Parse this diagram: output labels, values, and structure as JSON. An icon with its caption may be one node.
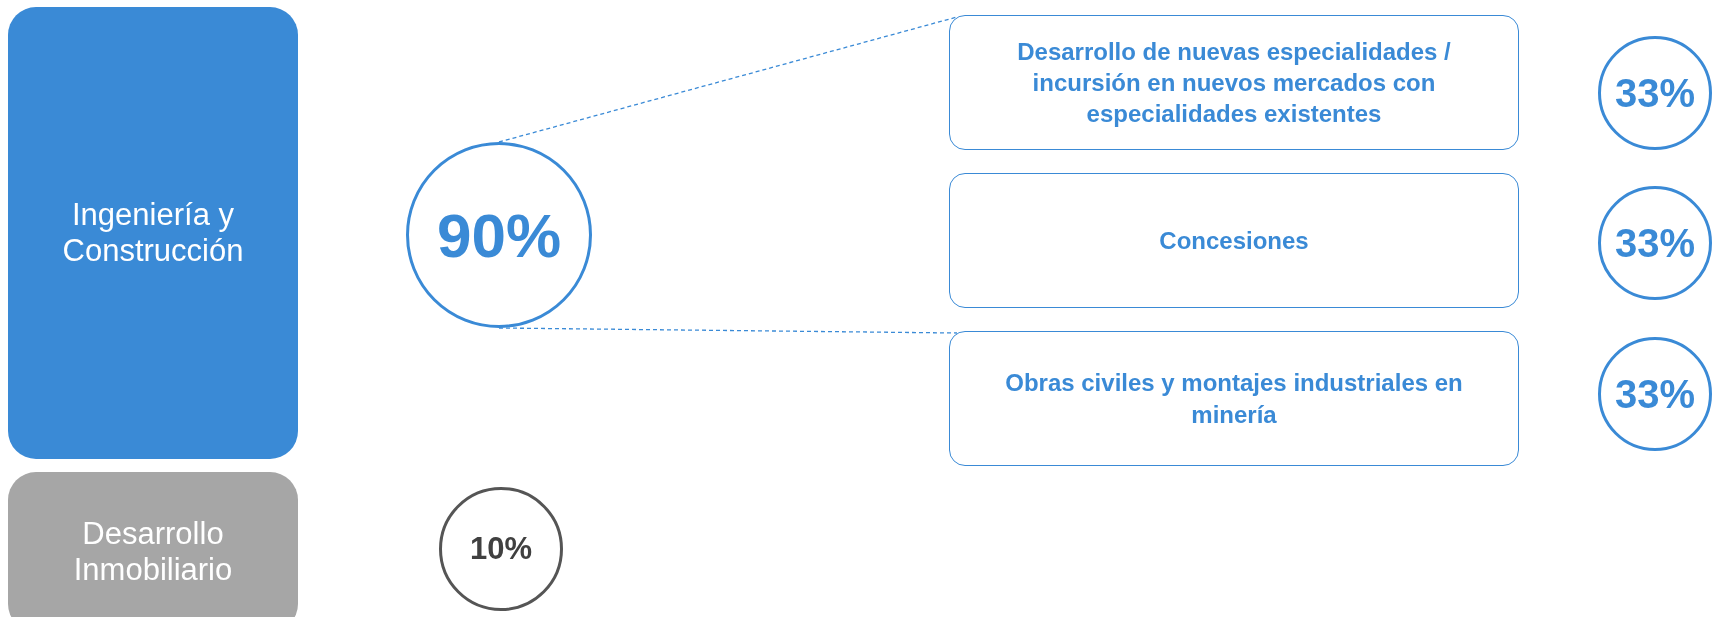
{
  "diagram": {
    "nodes": [
      {
        "text": [
          "Ingeniería y Construcción"
        ]
      },
      {
        "text": [
          "Desarrollo Inmobiliario"
        ]
      },
      {
        "text": [
          "90%"
        ]
      },
      {
        "text": [
          "10%"
        ]
      },
      {
        "text": [
          "Desarrollo de nuevas especialidades / incursión en nuevos mercados con especialidades existentes"
        ]
      },
      {
        "text": [
          "Concesiones"
        ]
      },
      {
        "text": [
          "Obras civiles y montajes industriales en minería"
        ]
      },
      {
        "text": [
          "33%"
        ]
      },
      {
        "text": [
          "33%"
        ]
      },
      {
        "text": [
          "33%"
        ]
      }
    ],
    "edges": [
      {
        "from": 2,
        "to": 4,
        "arrow": "none",
        "style": "dashed"
      },
      {
        "from": 2,
        "to": 6,
        "arrow": "none",
        "style": "dashed"
      }
    ]
  }
}
